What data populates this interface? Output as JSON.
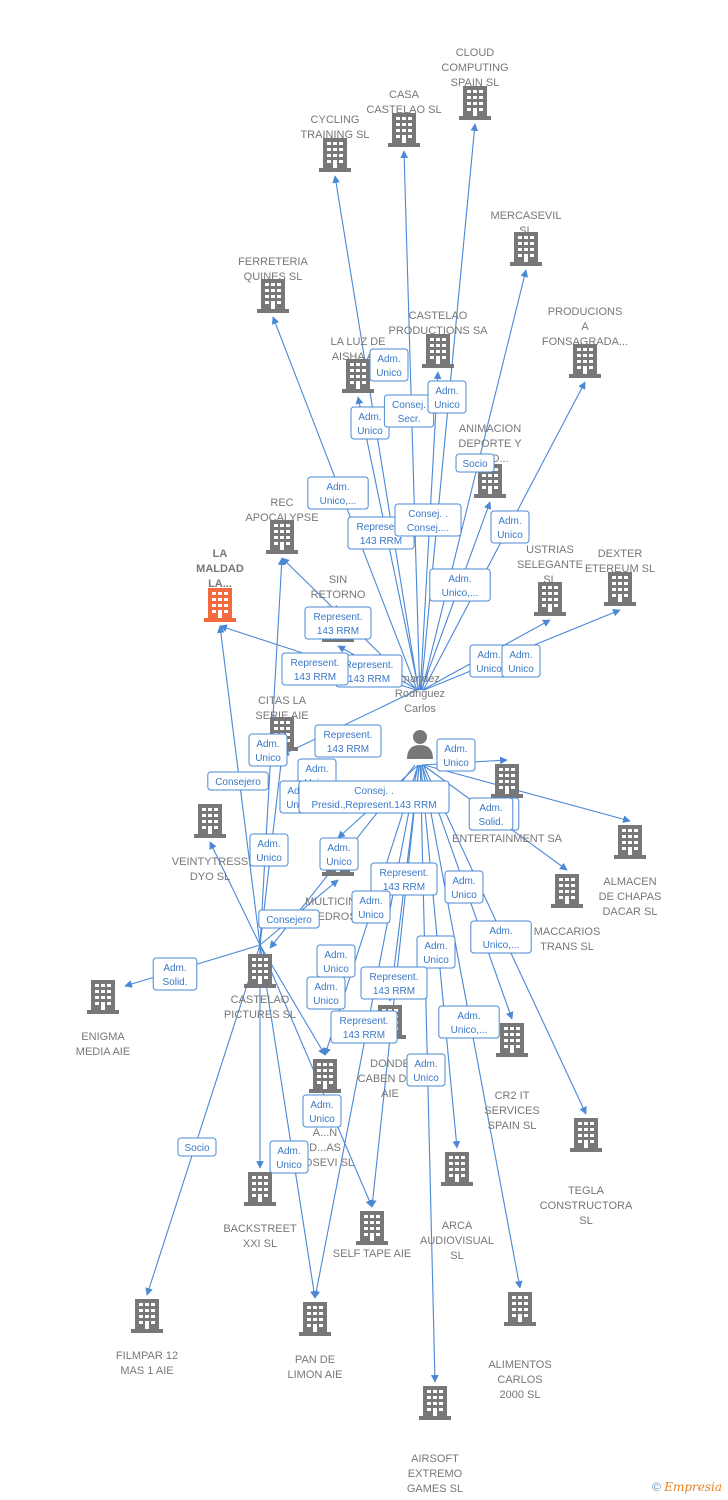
{
  "center": {
    "name_lines": [
      "Fernandez",
      "Rodriguez",
      "Carlos"
    ],
    "label_lines": [
      "rnandez",
      "Rodriguez",
      "Carlos"
    ],
    "icon": "person-icon"
  },
  "hub": {
    "name_lines": [
      "CASTELAO",
      "PICTURES SL"
    ]
  },
  "companies": [
    {
      "id": "cloud",
      "lines": [
        "CLOUD",
        "COMPUTING",
        "SPAIN SL"
      ]
    },
    {
      "id": "casa",
      "lines": [
        "CASA",
        "CASTELAO SL"
      ]
    },
    {
      "id": "cycling",
      "lines": [
        "CYCLING",
        "TRAINING SL"
      ]
    },
    {
      "id": "mercasevil",
      "lines": [
        "MERCASEVIL",
        "SL"
      ]
    },
    {
      "id": "ferreteria",
      "lines": [
        "FERRETERIA",
        "QUINES SL"
      ]
    },
    {
      "id": "castelao_prod",
      "lines": [
        "CASTELAO",
        "PRODUCTIONS SA"
      ]
    },
    {
      "id": "producions",
      "lines": [
        "PRODUCIONS",
        "A",
        "FONSAGRADA..."
      ]
    },
    {
      "id": "luz",
      "lines": [
        "LA LUZ DE",
        "AISHA AIE"
      ]
    },
    {
      "id": "animacion",
      "lines": [
        "ANIMACION",
        "DEPORTE Y",
        "OCIO..."
      ]
    },
    {
      "id": "rec",
      "lines": [
        "REC",
        "APOCALYPSE"
      ]
    },
    {
      "id": "maldad",
      "lines": [
        "LA",
        "MALDAD",
        "LA..."
      ],
      "focus": true
    },
    {
      "id": "industrias",
      "lines": [
        "USTRIAS",
        "SELEGANTE",
        "SL"
      ]
    },
    {
      "id": "dexter",
      "lines": [
        "DEXTER",
        "ETEREUM SL"
      ]
    },
    {
      "id": "sinretorno",
      "lines": [
        "SIN",
        "RETORNO",
        "LA..."
      ]
    },
    {
      "id": "citas",
      "lines": [
        "CITAS LA",
        "SERIE AIE"
      ]
    },
    {
      "id": "entertainment",
      "lines": [
        "N",
        "ENTERTAINMENT SA"
      ]
    },
    {
      "id": "veintytress",
      "lines": [
        "VEINTYTRESS",
        "DYO SL"
      ]
    },
    {
      "id": "almacen",
      "lines": [
        "ALMACEN",
        "DE CHAPAS",
        "DACAR SL"
      ]
    },
    {
      "id": "multicines",
      "lines": [
        "MULTICINES",
        "PEDROS..."
      ]
    },
    {
      "id": "maccarios",
      "lines": [
        "MACCARIOS",
        "TRANS SL"
      ]
    },
    {
      "id": "enigma",
      "lines": [
        "ENIGMA",
        "MEDIA AIE"
      ]
    },
    {
      "id": "donde",
      "lines": [
        "DONDE",
        "CABEN DOS",
        "AIE"
      ]
    },
    {
      "id": "cr2",
      "lines": [
        "CR2 IT",
        "SERVICES",
        "SPAIN SL"
      ]
    },
    {
      "id": "rosevi",
      "lines": [
        "A...N",
        "D...AS",
        "ROSEVI SL"
      ]
    },
    {
      "id": "tegla",
      "lines": [
        "TEGLA",
        "CONSTRUCTORA",
        "SL"
      ]
    },
    {
      "id": "arca",
      "lines": [
        "ARCA",
        "AUDIOVISUAL",
        "SL"
      ]
    },
    {
      "id": "backstreet",
      "lines": [
        "BACKSTREET",
        "XXI SL"
      ]
    },
    {
      "id": "selftape",
      "lines": [
        "SELF TAPE AIE"
      ]
    },
    {
      "id": "filmpar",
      "lines": [
        "FILMPAR 12",
        "MAS 1 AIE"
      ]
    },
    {
      "id": "panlimon",
      "lines": [
        "PAN DE",
        "LIMON AIE"
      ]
    },
    {
      "id": "alimentos",
      "lines": [
        "ALIMENTOS",
        "CARLOS",
        "2000 SL"
      ]
    },
    {
      "id": "airsoft",
      "lines": [
        "AIRSOFT",
        "EXTREMO",
        "GAMES SL"
      ]
    }
  ],
  "tags": [
    [
      "Adm.",
      "Unico"
    ],
    [
      "Adm.",
      "Unico"
    ],
    [
      "Consej.",
      "Secr."
    ],
    [
      "Adm.",
      "Unico"
    ],
    [
      "Socio"
    ],
    [
      "Adm.",
      "Unico,..."
    ],
    [
      "Represent.",
      "143 RRM"
    ],
    [
      "Consej. .",
      "Consej...."
    ],
    [
      "Adm.",
      "Unico"
    ],
    [
      "Adm.",
      "Unico,..."
    ],
    [
      "Represent.",
      "143 RRM"
    ],
    [
      "Represent.",
      "143 RRM"
    ],
    [
      "Represent.",
      "143 RRM"
    ],
    [
      "Adm.",
      "Unico"
    ],
    [
      "Adm.",
      "Unico"
    ],
    [
      "Adm.",
      "Unico"
    ],
    [
      "Represent.",
      "143 RRM"
    ],
    [
      "Adm.",
      "Unico"
    ],
    [
      "Adm.",
      "Unico"
    ],
    [
      "Consejero"
    ],
    [
      "Adm.",
      "Solid."
    ],
    [
      "Adm.",
      "Unico"
    ],
    [
      "Consej. .",
      "Presid.,Represent.143 RRM"
    ],
    [
      "Adm.",
      "Solid."
    ],
    [
      "Adm.",
      "Unico"
    ],
    [
      "Adm.",
      "Unico"
    ],
    [
      "Represent.",
      "143 RRM"
    ],
    [
      "Adm.",
      "Unico"
    ],
    [
      "Adm.",
      "Unico"
    ],
    [
      "Consejero"
    ],
    [
      "Adm.",
      "Unico,..."
    ],
    [
      "Adm.",
      "Solid."
    ],
    [
      "Adm.",
      "Unico"
    ],
    [
      "Adm.",
      "Unico"
    ],
    [
      "Represent.",
      "143 RRM"
    ],
    [
      "Adm.",
      "Unico"
    ],
    [
      "Represent.",
      "143 RRM"
    ],
    [
      "Adm.",
      "Unico,..."
    ],
    [
      "Adm.",
      "Unico"
    ],
    [
      "Adm.",
      "Unico"
    ],
    [
      "Socio"
    ],
    [
      "Adm.",
      "Unico"
    ]
  ],
  "footer": {
    "copyright": "©",
    "brand": "Empresia"
  },
  "colors": {
    "edge": "#4a88d6",
    "building": "#777777",
    "focus_building": "#f26a3d",
    "person": "#777777"
  }
}
